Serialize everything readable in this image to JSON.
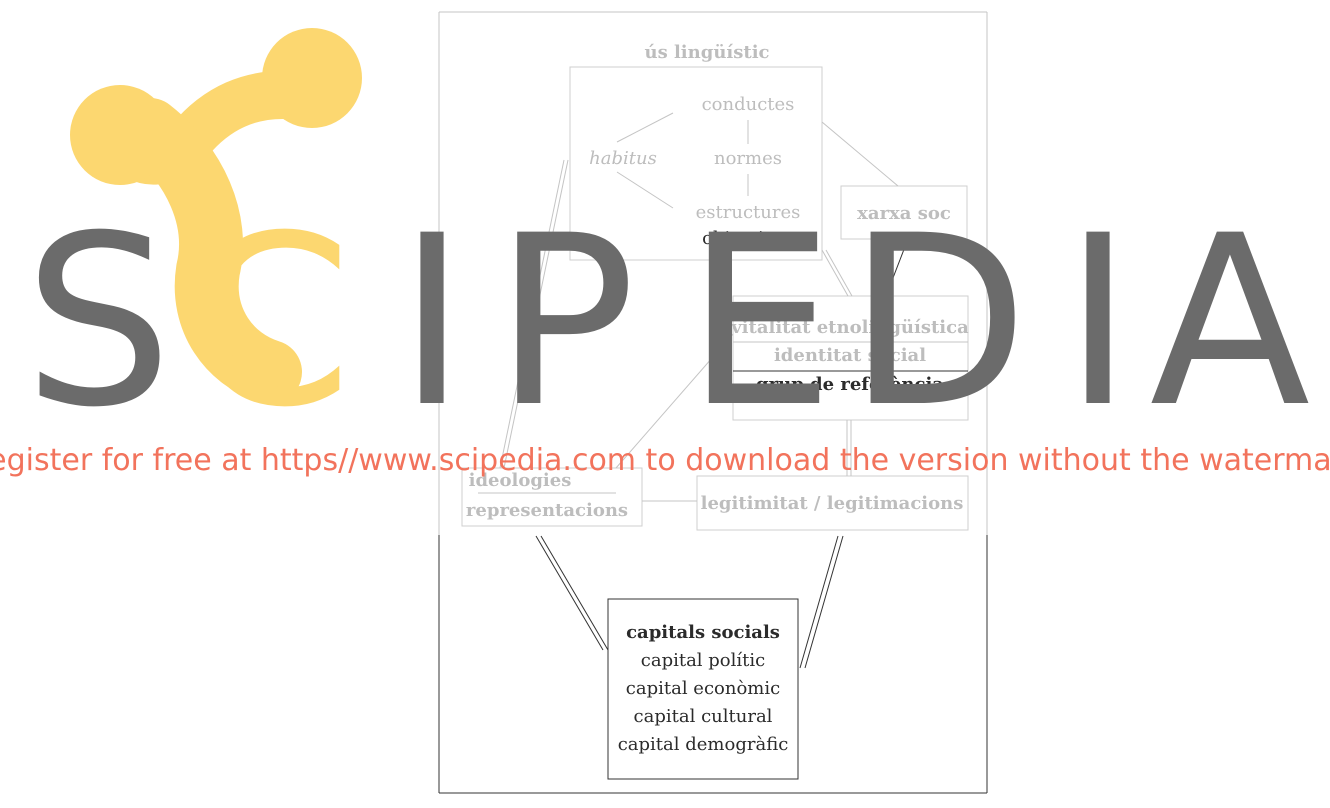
{
  "diagram": {
    "title": "ús lingüístic",
    "inner": {
      "habitus": "habitus",
      "conductes": "conductes",
      "normes": "normes",
      "estructures_line1": "estructures",
      "estructures_line2": "objectives"
    },
    "xarxa": "xarxa soc",
    "stack": [
      "vitalitat etnolingüística",
      "identitat social",
      "grup de referència"
    ],
    "ideologies": [
      "ideologies",
      "representacions"
    ],
    "legitimitat": "legitimitat / legitimacions",
    "capitals": {
      "title": "capitals socials",
      "items": [
        "capital polític",
        "capital econòmic",
        "capital cultural",
        "capital demogràfic"
      ]
    }
  },
  "watermark": {
    "logo_letters": "SCIPEDIA",
    "notice": "Register for free at https//www.scipedia.com to download the version without the watermark",
    "colors": {
      "logo_gray": "#6b6b6b",
      "logo_yellow": "#fcd770",
      "notice": "#f2735c"
    }
  }
}
